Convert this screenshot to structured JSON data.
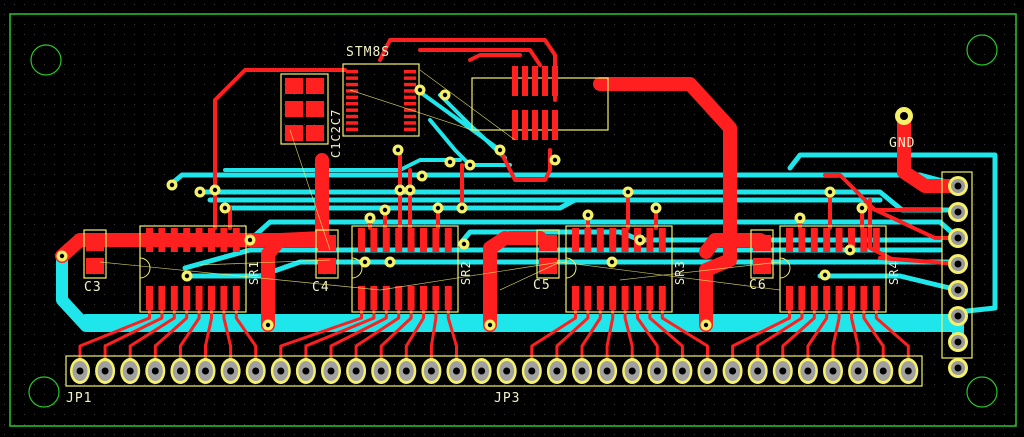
{
  "board": {
    "background": "#000000",
    "outline_color": "#28c828",
    "top_copper": "#ff1f1f",
    "bottom_copper": "#1ee6ea",
    "silkscreen": "#f5f06a"
  },
  "labels": {
    "mcu": "STM8S",
    "mcu_caps": "C1C2C7",
    "gnd": "GND",
    "sr1": "SR1",
    "sr2": "SR2",
    "sr3": "SR3",
    "sr4": "SR4",
    "c3": "C3",
    "c4": "C4",
    "c5": "C5",
    "c6": "C6",
    "jp1": "JP1",
    "jp3": "JP3"
  }
}
